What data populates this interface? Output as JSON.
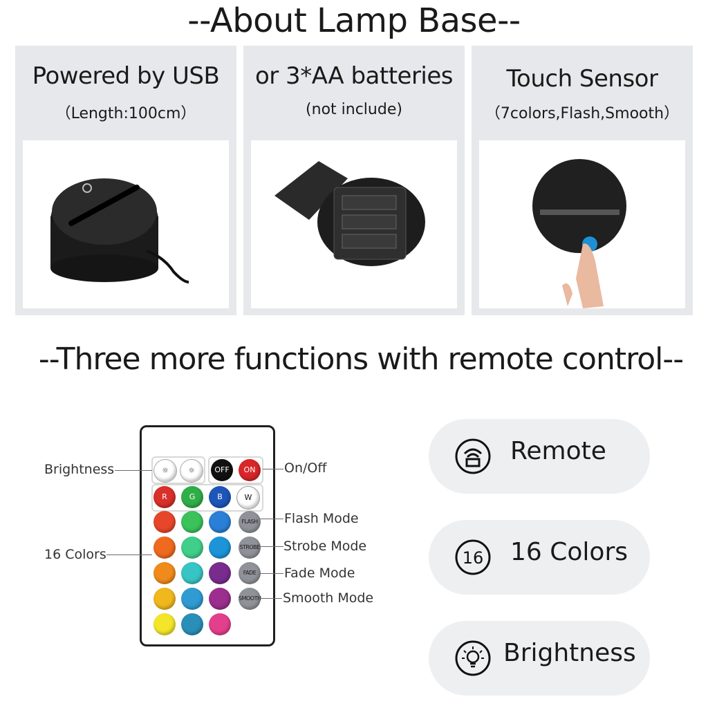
{
  "headings": {
    "about": "--About Lamp Base--",
    "functions": "--Three more functions with remote control--"
  },
  "panels": [
    {
      "title": "Powered by USB",
      "subtitle": "（Length:100cm）",
      "image": "usb-lamp-base"
    },
    {
      "title": "or 3*AA batteries",
      "subtitle": "(not include)",
      "image": "battery-compartment"
    },
    {
      "title": "Touch Sensor",
      "subtitle": "（7colors,Flash,Smooth）",
      "image": "touch-sensor-finger"
    }
  ],
  "remote": {
    "top_buttons": [
      "OFF",
      "ON"
    ],
    "rgb_buttons": [
      "R",
      "G",
      "B",
      "W"
    ],
    "mode_buttons": [
      "FLASH",
      "STROBE",
      "FADE",
      "SMOOTH"
    ],
    "callouts": {
      "brightness": "Brightness",
      "colors": "16 Colors",
      "onoff": "On/Off",
      "flash": "Flash Mode",
      "strobe": "Strobe Mode",
      "fade": "Fade Mode",
      "smooth": "Smooth Mode"
    },
    "color_grid": [
      [
        "#e8462a",
        "#3bc25a",
        "#2a7fd6"
      ],
      [
        "#ef6a1e",
        "#3fcf8b",
        "#1d94d8"
      ],
      [
        "#f08a1b",
        "#37c4c4",
        "#7a2c8e"
      ],
      [
        "#f0b81c",
        "#2f9bd2",
        "#9b2e8f"
      ],
      [
        "#f3e52a",
        "#2a8fb8",
        "#e43f8d"
      ]
    ]
  },
  "features": [
    {
      "label": "Remote",
      "icon": "remote-signal-icon"
    },
    {
      "label": "16 Colors",
      "icon_text": "16",
      "icon": "sixteen-colors-icon"
    },
    {
      "label": "Brightness",
      "icon": "brightness-bulb-icon"
    }
  ]
}
